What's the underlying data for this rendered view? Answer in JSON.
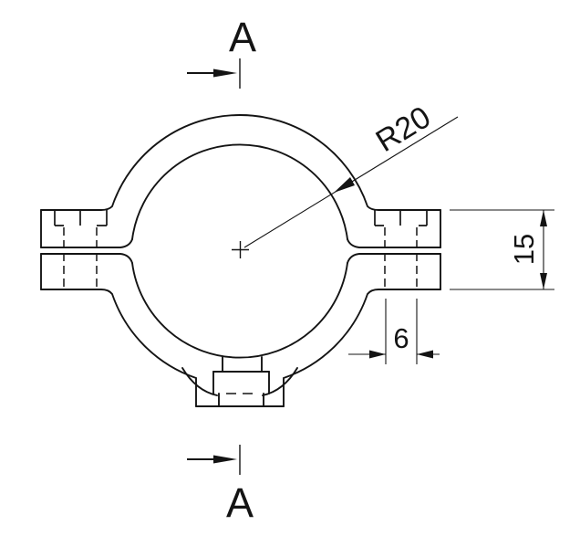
{
  "drawing": {
    "background_color": "#ffffff",
    "line_color": "#141414",
    "section_markers": {
      "top_label": "A",
      "bottom_label": "A"
    },
    "dimensions": {
      "bore_radius_label": "R20",
      "flange_stack_height_label": "15",
      "hole_width_label": "6"
    }
  }
}
